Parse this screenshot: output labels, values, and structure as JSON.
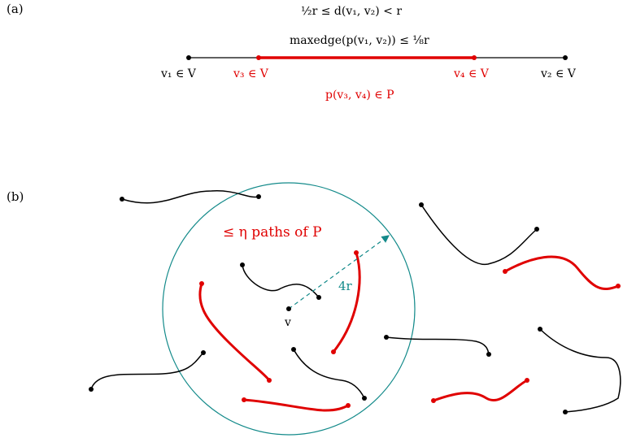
{
  "panel_a": {
    "label": "(a)",
    "constraint_distance": "½r ≤ d(v₁, v₂) < r",
    "constraint_edge": "maxedge(p(v₁, v₂)) ≤ ⅛r",
    "v1": "v₁ ∈ V",
    "v3": "v₃ ∈ V",
    "v4": "v₄ ∈ V",
    "v2": "v₂ ∈ V",
    "path_label": "p(v₃, v₄) ∈ P"
  },
  "panel_b": {
    "label": "(b)",
    "paths_label": "≤ η paths of P",
    "radius_label": "4r",
    "center_label": "v"
  },
  "colors": {
    "highlight": "#e00000",
    "circle": "#138a8a",
    "line": "#000000"
  }
}
